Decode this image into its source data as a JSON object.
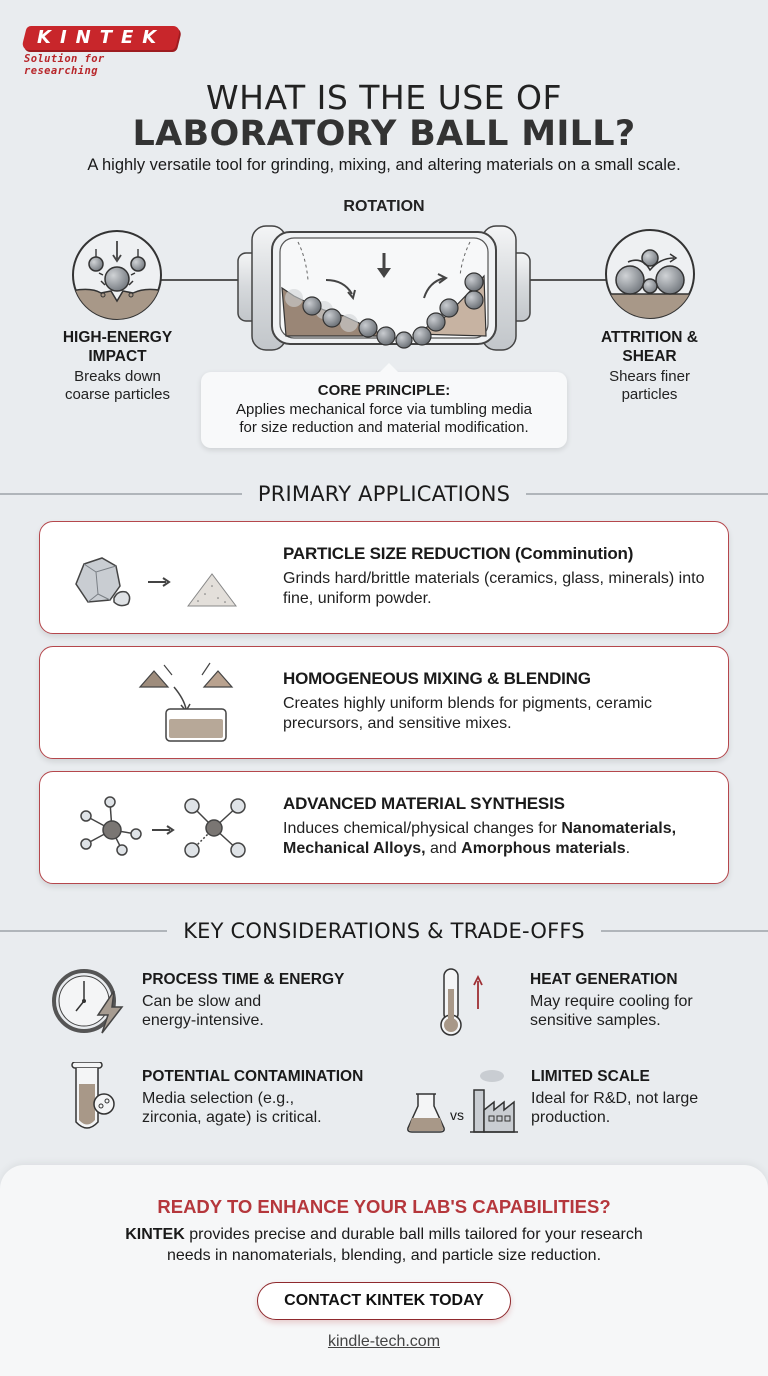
{
  "brand": {
    "logo_text": "KINTEK",
    "tagline": "Solution for researching",
    "accent_color": "#c8262b"
  },
  "header": {
    "title_line1": "WHAT IS THE USE OF",
    "title_line2": "LABORATORY BALL MILL?",
    "subtitle": "A highly versatile tool for grinding, mixing, and altering materials on a small scale."
  },
  "diagram": {
    "center_label": "ROTATION",
    "left": {
      "title_line1": "HIGH-ENERGY",
      "title_line2": "IMPACT",
      "desc_line1": "Breaks down",
      "desc_line2": "coarse particles",
      "icon": "impact-icon"
    },
    "right": {
      "title_line1": "ATTRITION &",
      "title_line2": "SHEAR",
      "desc_line1": "Shears finer",
      "desc_line2": "particles",
      "icon": "shear-icon"
    },
    "core": {
      "title": "CORE PRINCIPLE:",
      "desc_line1": "Applies mechanical force via tumbling media",
      "desc_line2": "for size reduction and material modification."
    }
  },
  "applications": {
    "heading": "PRIMARY APPLICATIONS",
    "items": [
      {
        "title": "PARTICLE SIZE REDUCTION (Comminution)",
        "desc": "Grinds hard/brittle materials (ceramics, glass, minerals) into fine, uniform powder.",
        "icon": "rock-to-powder-icon"
      },
      {
        "title": "HOMOGENEOUS MIXING & BLENDING",
        "desc": "Creates highly uniform blends for pigments, ceramic precursors, and sensitive mixes.",
        "icon": "mixing-beaker-icon"
      },
      {
        "title": "ADVANCED MATERIAL SYNTHESIS",
        "desc_prefix": "Induces chemical/physical changes for ",
        "bold1": "Nanomaterials,",
        "bold2": "Mechanical Alloys,",
        "mid": " and ",
        "bold3": "Amorphous materials",
        "suffix": ".",
        "icon": "molecule-transform-icon"
      }
    ]
  },
  "considerations": {
    "heading": "KEY CONSIDERATIONS & TRADE-OFFS",
    "items": [
      {
        "title": "PROCESS TIME & ENERGY",
        "desc_line1": "Can be slow and",
        "desc_line2": "energy-intensive.",
        "icon": "clock-energy-icon"
      },
      {
        "title": "HEAT GENERATION",
        "desc_line1": "May require cooling for",
        "desc_line2": "sensitive samples.",
        "icon": "thermometer-icon"
      },
      {
        "title": "POTENTIAL CONTAMINATION",
        "desc_line1": "Media selection (e.g.,",
        "desc_line2": "zirconia, agate) is critical.",
        "icon": "test-tube-icon"
      },
      {
        "title": "LIMITED SCALE",
        "desc_line1": "Ideal for R&D, not large",
        "desc_line2": "production.",
        "icon": "flask-vs-factory-icon",
        "vs_label": "vs"
      }
    ]
  },
  "cta": {
    "title": "READY TO ENHANCE YOUR LAB'S CAPABILITIES?",
    "brand_bold": "KINTEK",
    "desc_line1": " provides precise and durable ball mills tailored for your research",
    "desc_line2": "needs in nanomaterials, blending, and particle size reduction.",
    "button_label": "CONTACT KINTEK TODAY",
    "link": "kindle-tech.com",
    "title_color": "#b5373c"
  }
}
